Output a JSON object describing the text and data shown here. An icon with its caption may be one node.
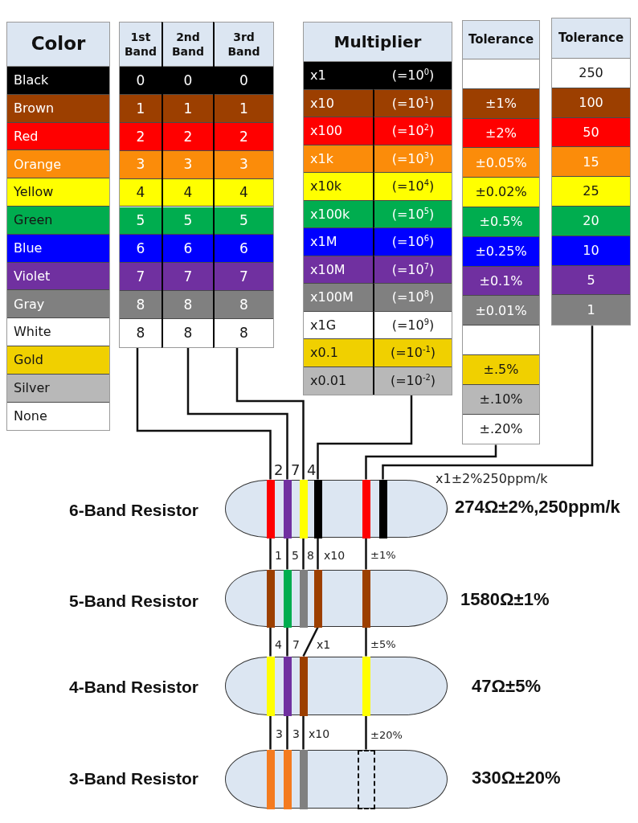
{
  "diagram": {
    "nodes": [
      {
        "text": [
          "Color",
          "Black",
          "Brown",
          "Red",
          "Orange",
          "Yellow",
          "Green",
          "Blue",
          "Violet",
          "Gray",
          "White",
          "Gold",
          "Silver",
          "None"
        ]
      },
      {
        "text": [
          "1st Band",
          "0",
          "1",
          "2",
          "3",
          "4",
          "5",
          "6",
          "7",
          "8",
          "8"
        ]
      },
      {
        "text": [
          "2nd Band",
          "0",
          "1",
          "2",
          "3",
          "4",
          "5",
          "6",
          "7",
          "8",
          "8"
        ]
      },
      {
        "text": [
          "3rd Band",
          "0",
          "1",
          "2",
          "3",
          "4",
          "5",
          "6",
          "7",
          "8",
          "8"
        ]
      },
      {
        "text": [
          "Multiplier",
          "x1",
          "(=10$^{0}$)",
          "x10",
          "(=10$^{1}$)",
          "x100",
          "(=10$^{2}$)",
          "x1k",
          "(=10$^{3}$)",
          "x10k",
          "(=10$^{4}$)",
          "x100k",
          "(=10$^{5}$)",
          "x1M",
          "(=10$^{6}$)",
          "x10M",
          "(=10$^{7}$)",
          "x100M",
          "(=10$^{8}$)",
          "x1G",
          "(=10$^{9}$)",
          "x0.1",
          "(=10$^{-1}$)",
          "x0.01",
          "(=10$^{-2}$)"
        ]
      },
      {
        "text": [
          "Tolerance",
          "±1%",
          "±2%",
          "±0.05%",
          "±0.02%",
          "±0.5%",
          "±0.25%",
          "±0.1%",
          "±0.01%",
          "±.5%",
          "±.10%",
          "±.20%"
        ]
      },
      {
        "text": [
          "Tolerance",
          "250",
          "100",
          "50",
          "15",
          "25",
          "20",
          "10",
          "5",
          "1"
        ]
      },
      {
        "text": [],
        "shape": "capsule",
        "beside": [
          "6-Band Resistor",
          "274Ω±2%,250ppm/k"
        ]
      },
      {
        "text": [],
        "shape": "bar",
        "in": 7
      },
      {
        "text": [],
        "shape": "bar",
        "in": 7
      },
      {
        "text": [],
        "shape": "bar",
        "in": 7
      },
      {
        "text": [],
        "shape": "bar",
        "in": 7
      },
      {
        "text": [],
        "shape": "bar",
        "in": 7
      },
      {
        "text": [],
        "shape": "bar",
        "in": 7
      },
      {
        "text": [],
        "shape": "capsule",
        "beside": [
          "5-Band Resistor",
          "1580Ω±1%"
        ]
      },
      {
        "text": [],
        "shape": "bar",
        "in": 14
      },
      {
        "text": [],
        "shape": "bar",
        "in": 14
      },
      {
        "text": [],
        "shape": "bar",
        "in": 14
      },
      {
        "text": [],
        "shape": "bar",
        "in": 14
      },
      {
        "text": [],
        "shape": "bar",
        "in": 14
      },
      {
        "text": [],
        "shape": "capsule",
        "beside": [
          "4-Band Resistor",
          "47Ω±5%"
        ]
      },
      {
        "text": [],
        "shape": "bar",
        "in": 20
      },
      {
        "text": [],
        "shape": "bar",
        "in": 20
      },
      {
        "text": [],
        "shape": "bar",
        "in": 20
      },
      {
        "text": [],
        "shape": "bar",
        "in": 20
      },
      {
        "text": [],
        "shape": "capsule",
        "beside": [
          "3-Band Resistor",
          "330Ω±20%"
        ]
      },
      {
        "text": [],
        "shape": "bar",
        "in": 25
      },
      {
        "text": [],
        "shape": "bar",
        "in": 25
      },
      {
        "text": [],
        "shape": "bar",
        "in": 25
      },
      {
        "text": [],
        "shape": "box",
        "in": 25
      }
    ],
    "edges": [
      {
        "from": 1,
        "to": 8,
        "arrow": "none",
        "label": "2"
      },
      {
        "from": 2,
        "to": 9,
        "arrow": "none",
        "label": "7"
      },
      {
        "from": 3,
        "to": 10,
        "arrow": "none",
        "label": "4"
      },
      {
        "from": 4,
        "to": 11,
        "arrow": "none"
      },
      {
        "from": 5,
        "to": 12,
        "arrow": "none"
      },
      {
        "from": 6,
        "to": 13,
        "arrow": "none"
      },
      {
        "from": 8,
        "to": 15,
        "arrow": "none",
        "label": "1"
      },
      {
        "from": 9,
        "to": 16,
        "arrow": "none",
        "label": "5"
      },
      {
        "from": 10,
        "to": 17,
        "arrow": "none",
        "label": "8"
      },
      {
        "from": 11,
        "to": 18,
        "arrow": "none",
        "label": "x10"
      },
      {
        "from": 12,
        "to": 19,
        "arrow": "none",
        "label": "±1%"
      },
      {
        "from": 15,
        "to": 21,
        "arrow": "none",
        "label": "4"
      },
      {
        "from": 16,
        "to": 22,
        "arrow": "none",
        "label": "7"
      },
      {
        "from": 18,
        "to": 23,
        "arrow": "none",
        "label": "x1"
      },
      {
        "from": 19,
        "to": 24,
        "arrow": "none",
        "label": "±5%"
      },
      {
        "from": 21,
        "to": 26,
        "arrow": "none",
        "label": "3"
      },
      {
        "from": 22,
        "to": 27,
        "arrow": "none",
        "label": "3"
      },
      {
        "from": 23,
        "to": 28,
        "arrow": "none",
        "label": "x10"
      },
      {
        "from": 24,
        "to": 29,
        "arrow": "none",
        "label": "±20%"
      }
    ],
    "labels": [
      "x1±2%250ppm/k"
    ]
  }
}
